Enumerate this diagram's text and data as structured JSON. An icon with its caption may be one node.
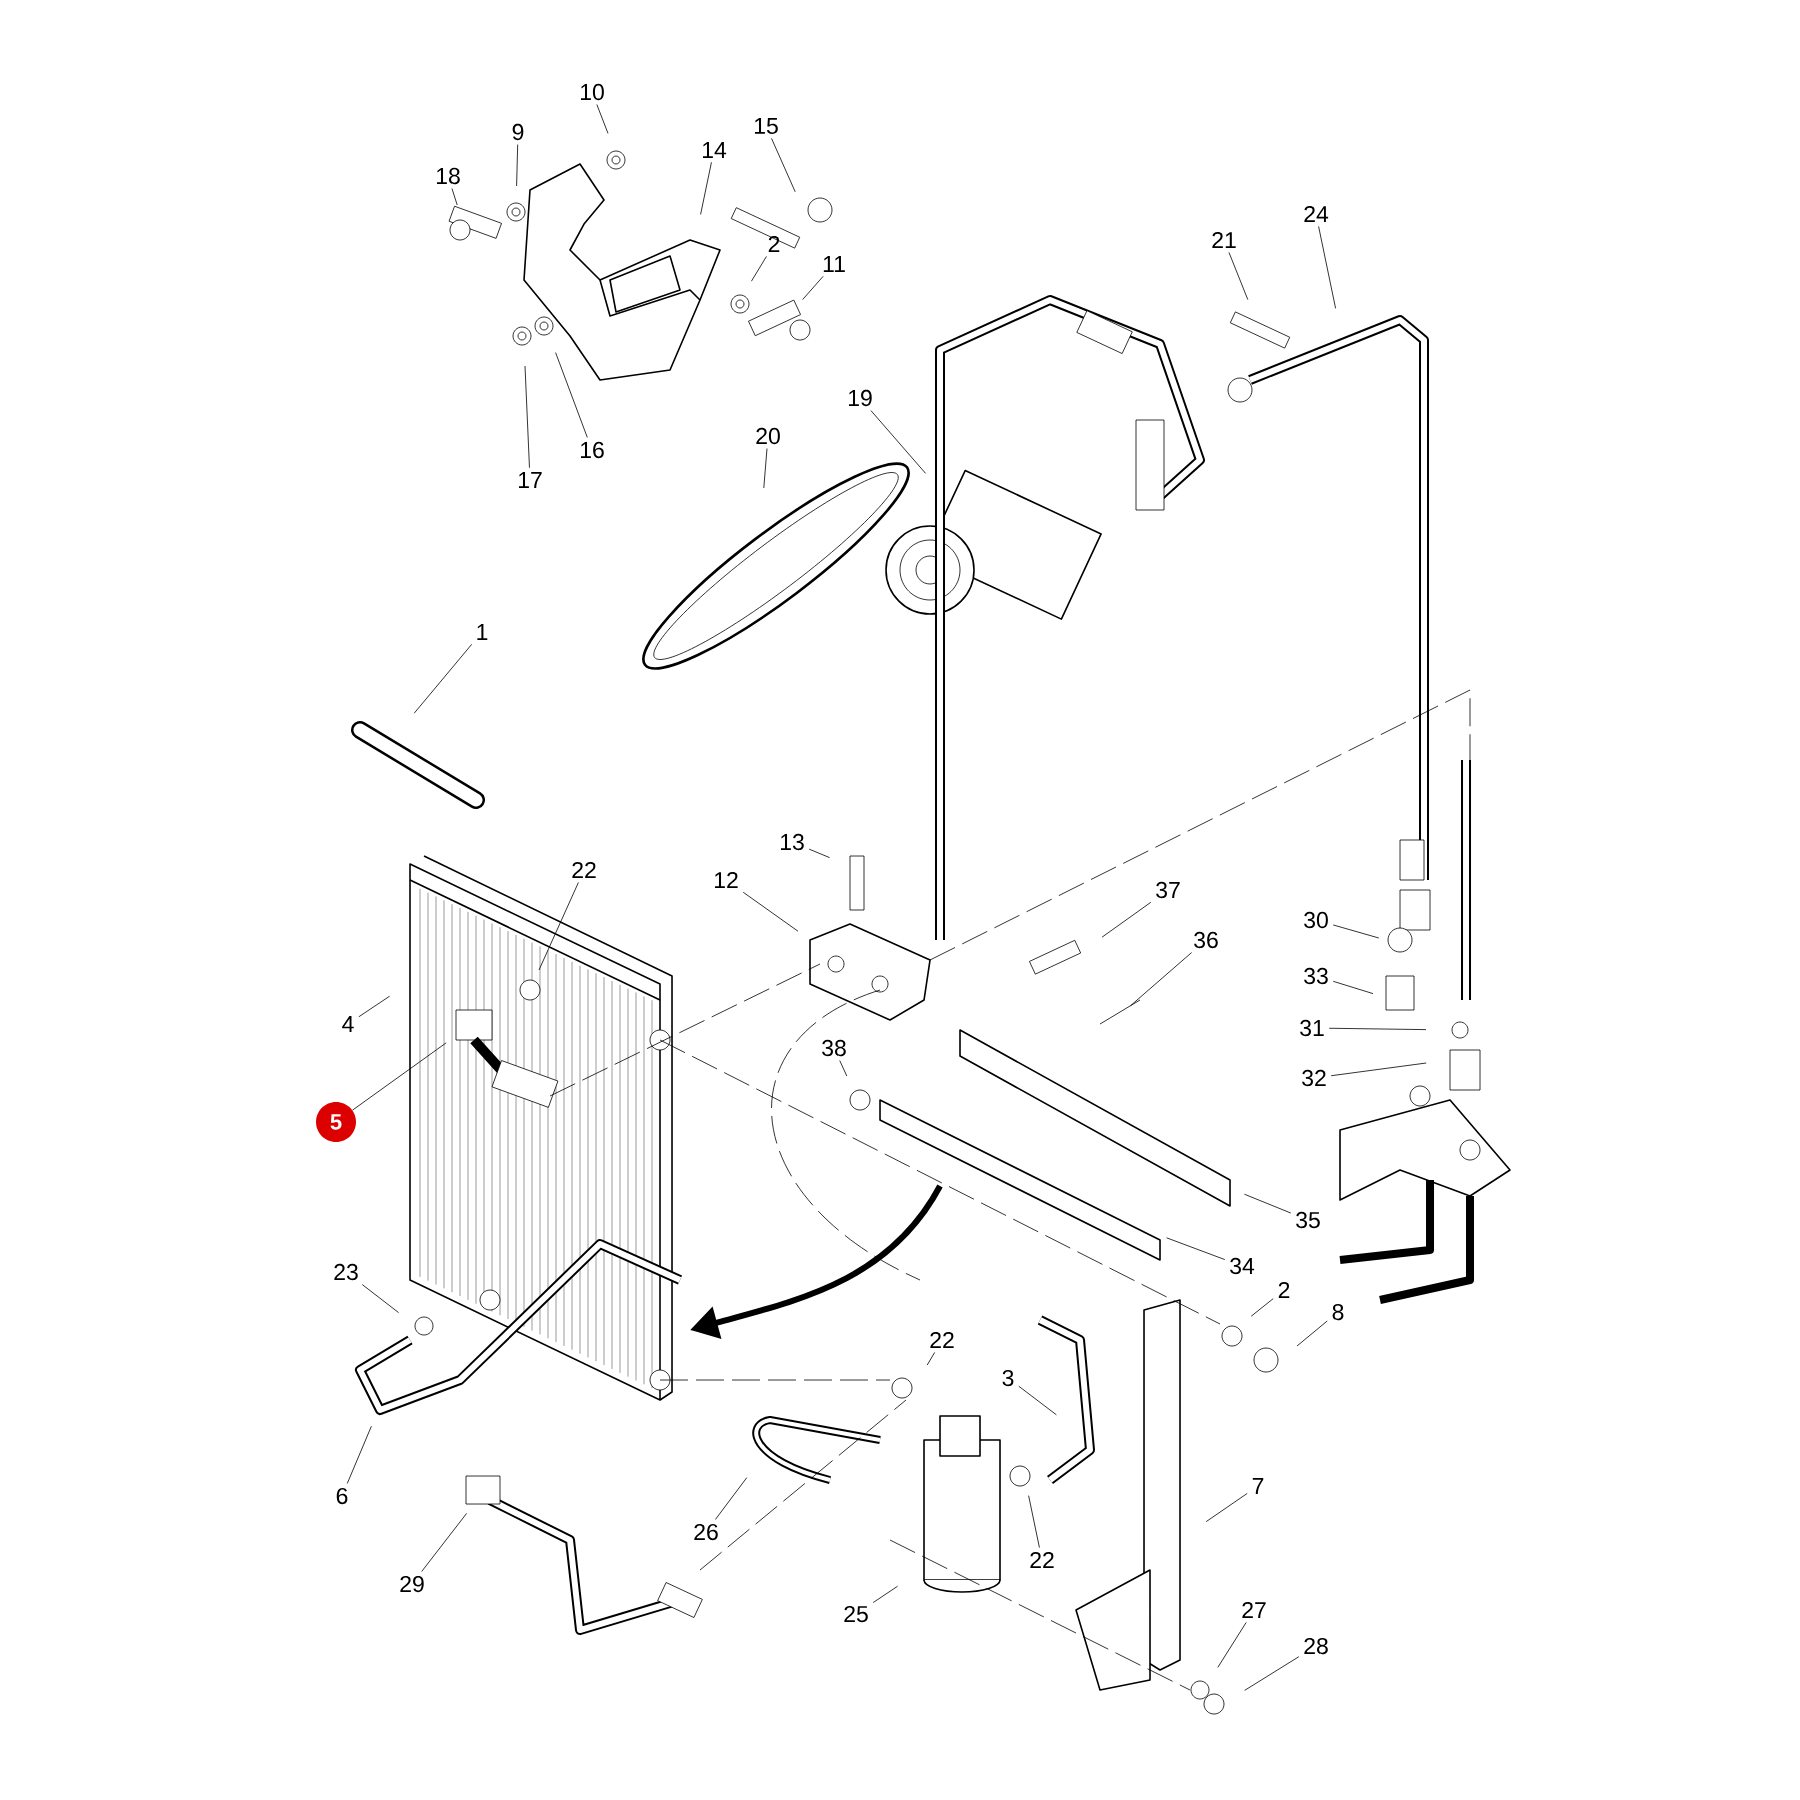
{
  "diagram": {
    "nodes": [
      {
        "text": [
          "10"
        ]
      },
      {
        "text": [
          "9"
        ]
      },
      {
        "text": [
          "18"
        ]
      },
      {
        "text": [
          "14"
        ]
      },
      {
        "text": [
          "15"
        ]
      },
      {
        "text": [
          "2"
        ]
      },
      {
        "text": [
          "11"
        ]
      },
      {
        "text": [
          "17"
        ]
      },
      {
        "text": [
          "16"
        ]
      },
      {
        "text": [
          "20"
        ]
      },
      {
        "text": [
          "19"
        ]
      },
      {
        "text": [
          "21"
        ]
      },
      {
        "text": [
          "24"
        ]
      },
      {
        "text": [
          "1"
        ]
      },
      {
        "text": [
          "22"
        ]
      },
      {
        "text": [
          "4"
        ]
      },
      {
        "text": [
          "5"
        ]
      },
      {
        "text": [
          "13"
        ]
      },
      {
        "text": [
          "12"
        ]
      },
      {
        "text": [
          "37"
        ]
      },
      {
        "text": [
          "36"
        ]
      },
      {
        "text": [
          "38"
        ]
      },
      {
        "text": [
          "30"
        ]
      },
      {
        "text": [
          "33"
        ]
      },
      {
        "text": [
          "31"
        ]
      },
      {
        "text": [
          "32"
        ]
      },
      {
        "text": [
          "35"
        ]
      },
      {
        "text": [
          "34"
        ]
      },
      {
        "text": [
          "2"
        ]
      },
      {
        "text": [
          "8"
        ]
      },
      {
        "text": [
          "23"
        ]
      },
      {
        "text": [
          "6"
        ]
      },
      {
        "text": [
          "22"
        ]
      },
      {
        "text": [
          "3"
        ]
      },
      {
        "text": [
          "22"
        ]
      },
      {
        "text": [
          "7"
        ]
      },
      {
        "text": [
          "26"
        ]
      },
      {
        "text": [
          "29"
        ]
      },
      {
        "text": [
          "25"
        ]
      },
      {
        "text": [
          "27"
        ]
      },
      {
        "text": [
          "28"
        ]
      }
    ],
    "edges": [
      {
        "from": 0,
        "to": null,
        "arrow": "none"
      },
      {
        "from": 1,
        "to": null,
        "arrow": "none"
      },
      {
        "from": 2,
        "to": null,
        "arrow": "none"
      },
      {
        "from": 3,
        "to": null,
        "arrow": "none"
      },
      {
        "from": 4,
        "to": null,
        "arrow": "none"
      },
      {
        "from": 5,
        "to": null,
        "arrow": "none"
      },
      {
        "from": 6,
        "to": null,
        "arrow": "none"
      },
      {
        "from": 7,
        "to": null,
        "arrow": "none"
      },
      {
        "from": 8,
        "to": null,
        "arrow": "none"
      },
      {
        "from": 9,
        "to": null,
        "arrow": "none"
      },
      {
        "from": 10,
        "to": null,
        "arrow": "none"
      },
      {
        "from": 11,
        "to": null,
        "arrow": "none"
      },
      {
        "from": 12,
        "to": null,
        "arrow": "none"
      },
      {
        "from": 13,
        "to": null,
        "arrow": "none"
      },
      {
        "from": 14,
        "to": null,
        "arrow": "none"
      },
      {
        "from": 15,
        "to": null,
        "arrow": "none"
      },
      {
        "from": 16,
        "to": null,
        "arrow": "none"
      },
      {
        "from": 17,
        "to": null,
        "arrow": "none"
      },
      {
        "from": 18,
        "to": null,
        "arrow": "none"
      },
      {
        "from": 19,
        "to": null,
        "arrow": "none"
      },
      {
        "from": 20,
        "to": null,
        "arrow": "none"
      },
      {
        "from": 21,
        "to": null,
        "arrow": "none"
      },
      {
        "from": 22,
        "to": null,
        "arrow": "none"
      },
      {
        "from": 23,
        "to": null,
        "arrow": "none"
      },
      {
        "from": 24,
        "to": null,
        "arrow": "none"
      },
      {
        "from": 25,
        "to": null,
        "arrow": "none"
      },
      {
        "from": 26,
        "to": null,
        "arrow": "none"
      },
      {
        "from": 27,
        "to": null,
        "arrow": "none"
      },
      {
        "from": 28,
        "to": null,
        "arrow": "none"
      },
      {
        "from": 29,
        "to": null,
        "arrow": "none"
      },
      {
        "from": 30,
        "to": null,
        "arrow": "none"
      },
      {
        "from": 31,
        "to": null,
        "arrow": "none"
      },
      {
        "from": 32,
        "to": null,
        "arrow": "none"
      },
      {
        "from": 33,
        "to": null,
        "arrow": "none"
      },
      {
        "from": 34,
        "to": null,
        "arrow": "none"
      },
      {
        "from": 35,
        "to": null,
        "arrow": "none"
      },
      {
        "from": 36,
        "to": null,
        "arrow": "none"
      },
      {
        "from": 37,
        "to": null,
        "arrow": "none"
      },
      {
        "from": 38,
        "to": null,
        "arrow": "none"
      },
      {
        "from": 39,
        "to": null,
        "arrow": "none"
      },
      {
        "from": 40,
        "to": null,
        "arrow": "none"
      }
    ]
  }
}
